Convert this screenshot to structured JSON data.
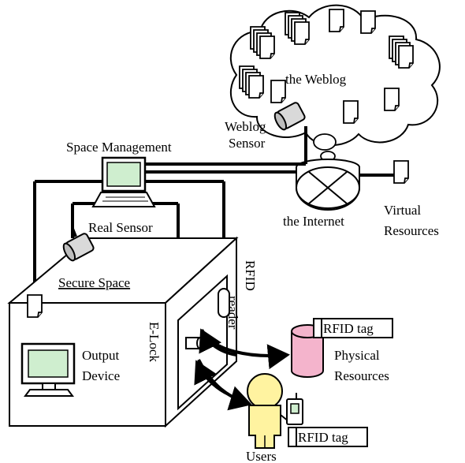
{
  "labels": {
    "weblog": "the Weblog",
    "weblog_sensor_1": "Weblog",
    "weblog_sensor_2": "Sensor",
    "space_management": "Space Management",
    "internet": "the Internet",
    "virtual_1": "Virtual",
    "virtual_2": "Resources",
    "real_sensor": "Real Sensor",
    "rfid_reader_1": "RFID",
    "rfid_reader_2": "reader",
    "secure_space": "Secure Space",
    "e_lock": "E-Lock",
    "output_1": "Output",
    "output_2": "Device",
    "rfid_tag_resource": "RFID tag",
    "physical_1": "Physical",
    "physical_2": "Resources",
    "rfid_tag_user": "RFID tag",
    "users": "Users"
  },
  "colors": {
    "screen": "#cfeecf",
    "resource_cylinder": "#f4b4cc",
    "user_figure": "#fff3a0",
    "sensor_camera": "#d9d9d9"
  }
}
